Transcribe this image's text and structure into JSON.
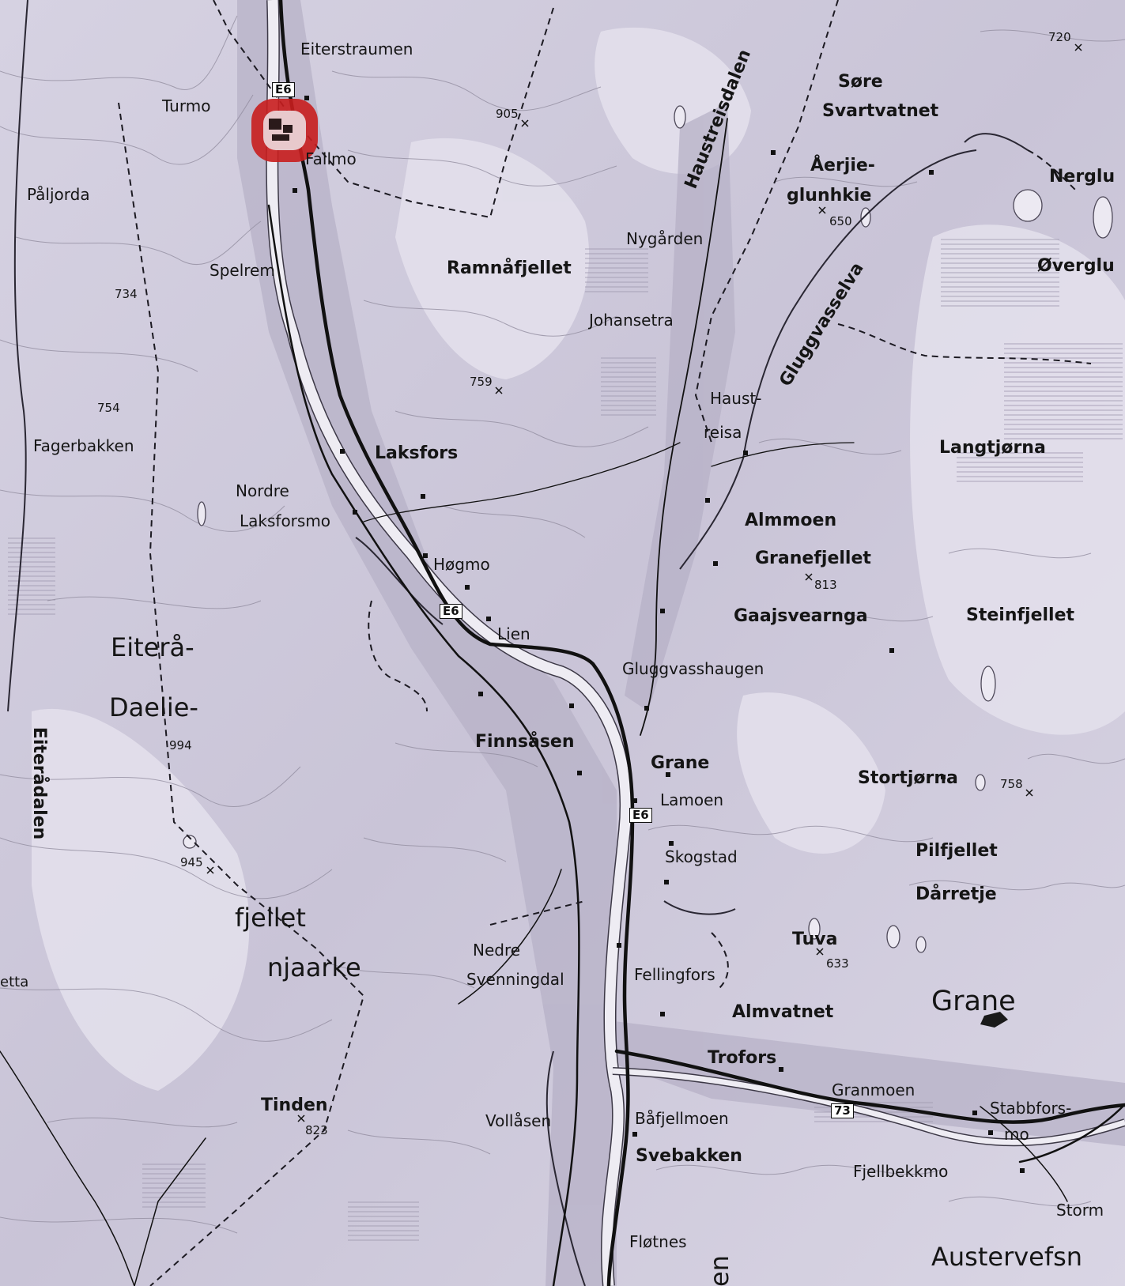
{
  "map": {
    "places": {
      "eiterstraumen": "Eiterstraumen",
      "turmo": "Turmo",
      "fallmo": "Fallmo",
      "paljorda": "Påljorda",
      "spelrem": "Spelrem",
      "ramnafjellet": "Ramnåfjellet",
      "nygarden": "Nygården",
      "johansetra": "Johansetra",
      "haustreisdalen": "Haustreisdalen",
      "sore": "Søre",
      "svartvatnet": "Svartvatnet",
      "aerjie": "Åerjie-",
      "glunhkie": "glunhkie",
      "nerglu": "Nerglu",
      "overglu": "Øverglu",
      "gluggvasselva": "Gluggvasselva",
      "haust": "Haust-",
      "reisa": "reisa",
      "langtjorna": "Langtjørna",
      "fagerbakken": "Fagerbakken",
      "laksfors": "Laksfors",
      "nordre": "Nordre",
      "laksforsmo": "Laksforsmo",
      "almmoen": "Almmoen",
      "granefjellet": "Granefjellet",
      "hogmo": "Høgmo",
      "gaajsvearnga": "Gaajsvearnga",
      "steinfjellet": "Steinfjellet",
      "lien": "Lien",
      "eitera": "Eiterå-",
      "daelie": "Daelie-",
      "gluggvasshaugen": "Gluggvasshaugen",
      "eiteradalen": "Eiterådalen",
      "finnsasen": "Finnsåsen",
      "grane_village": "Grane",
      "stortjorna": "Stortjørna",
      "lamoen": "Lamoen",
      "skogstad": "Skogstad",
      "pilfjellet": "Pilfjellet",
      "darretje": "Dårretje",
      "fjellet": "fjellet",
      "njaarke": "njaarke",
      "tuva": "Tuva",
      "nedre": "Nedre",
      "svenningdal": "Svenningdal",
      "fellingfors": "Fellingfors",
      "etta": "etta",
      "almvatnet": "Almvatnet",
      "grane_municipality": "Grane",
      "trofors": "Trofors",
      "granmoen": "Granmoen",
      "stabbfors": "Stabbfors-",
      "mo": "mo",
      "tinden": "Tinden",
      "vollasen": "Vollåsen",
      "bafjellmoen": "Båfjellmoen",
      "svebakken": "Svebakken",
      "fjellbekkmo": "Fjellbekkmo",
      "storm": "Storm",
      "flotnes": "Fløtnes",
      "austervefsn": "Austervefsn",
      "en": "en"
    },
    "elevations": {
      "e720": "720",
      "e905": "905",
      "e650": "650",
      "e734": "734",
      "e759": "759",
      "e754": "754",
      "e813": "813",
      "e994": "994",
      "e758": "758",
      "e945": "945",
      "e633": "633",
      "e823": "823"
    },
    "roads": {
      "e6": "E6",
      "r73": "73"
    },
    "colors": {
      "terrain": "#cfcadb",
      "terrain_dark": "#a9a3bb",
      "contour": "#8a8496",
      "road": "#111111",
      "marker": "#c81e1e"
    }
  }
}
